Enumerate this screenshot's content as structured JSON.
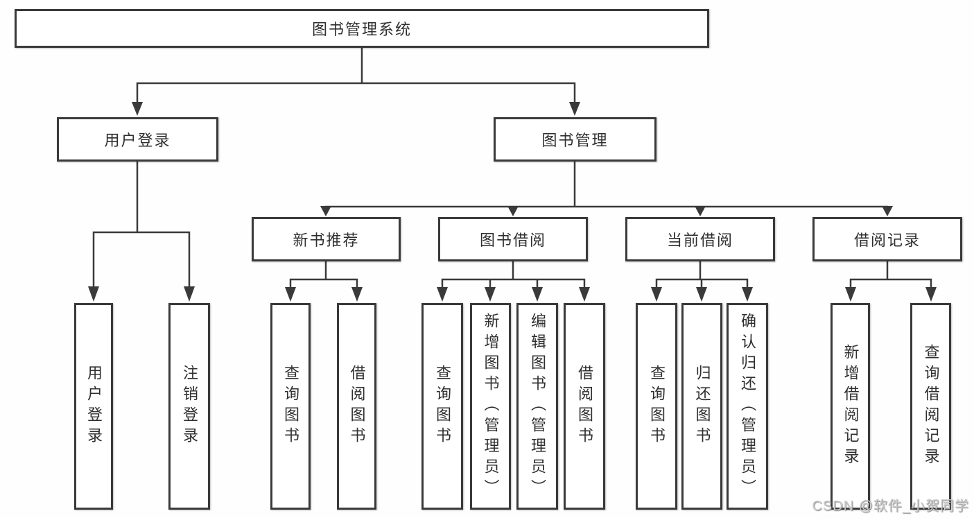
{
  "tree": {
    "label": "图书管理系统",
    "children": [
      {
        "label": "用户登录",
        "children": [
          {
            "label": "用户登录"
          },
          {
            "label": "注销登录"
          }
        ]
      },
      {
        "label": "图书管理",
        "children": [
          {
            "label": "新书推荐",
            "children": [
              {
                "label": "查询图书"
              },
              {
                "label": "借阅图书"
              }
            ]
          },
          {
            "label": "图书借阅",
            "children": [
              {
                "label": "查询图书"
              },
              {
                "label": "新增图书（管理员）"
              },
              {
                "label": "编辑图书（管理员）"
              },
              {
                "label": "借阅图书"
              }
            ]
          },
          {
            "label": "当前借阅",
            "children": [
              {
                "label": "查询图书"
              },
              {
                "label": "归还图书"
              },
              {
                "label": "确认归还（管理员）"
              }
            ]
          },
          {
            "label": "借阅记录",
            "children": [
              {
                "label": "新增借阅记录"
              },
              {
                "label": "查询借阅记录"
              }
            ]
          }
        ]
      }
    ]
  },
  "watermark": "CSDN @软件_小贺同学",
  "colors": {
    "line": "#3a3a3a",
    "text": "#2f2f2f",
    "background": "#ffffff",
    "watermark": "#c9c9c9"
  }
}
